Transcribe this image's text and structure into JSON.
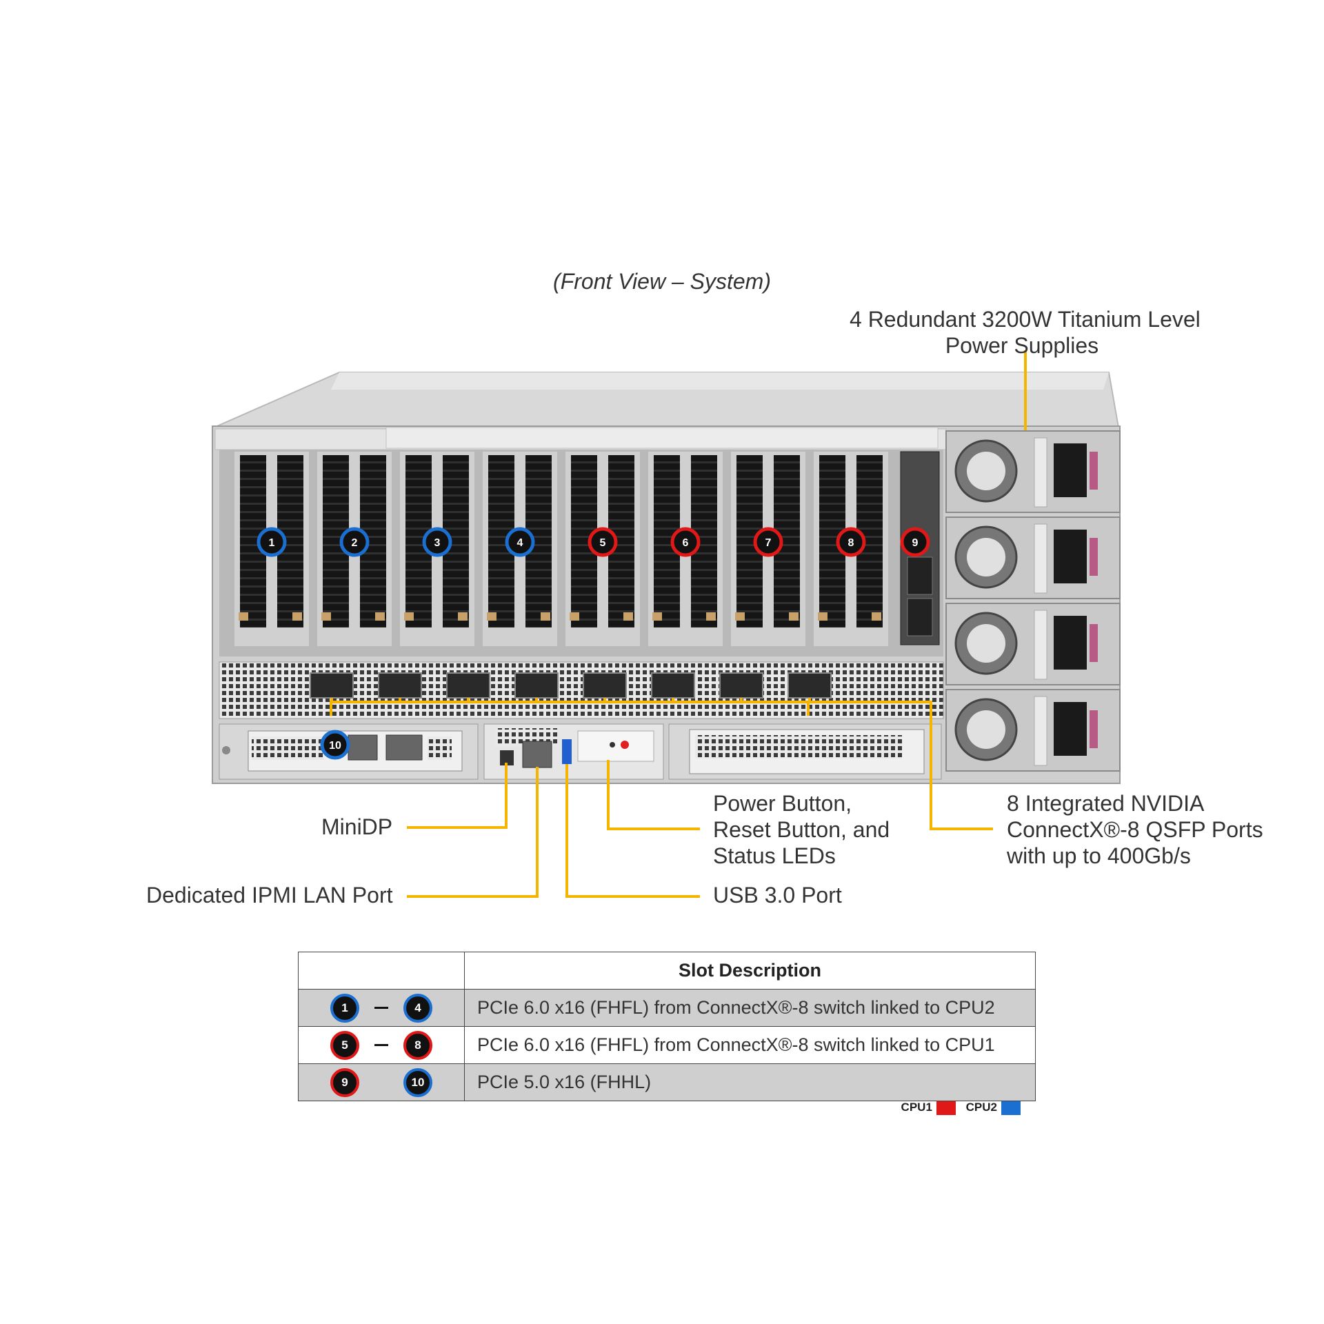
{
  "title": "(Front View – System)",
  "colors": {
    "cpu1": "#e01818",
    "cpu2": "#1a6fd0",
    "callout": "#f5b400"
  },
  "callouts": {
    "psu": [
      "4 Redundant 3200W Titanium Level",
      "Power Supplies"
    ],
    "minidp": "MiniDP",
    "ipmi": "Dedicated IPMI LAN Port",
    "power": [
      "Power Button,",
      "Reset Button, and",
      "Status LEDs"
    ],
    "usb": "USB 3.0 Port",
    "nvidia": [
      "8 Integrated NVIDIA",
      "ConnectX®-8 QSFP Ports",
      "with up to 400Gb/s"
    ]
  },
  "slots": [
    {
      "num": "1",
      "cpu": "cpu2"
    },
    {
      "num": "2",
      "cpu": "cpu2"
    },
    {
      "num": "3",
      "cpu": "cpu2"
    },
    {
      "num": "4",
      "cpu": "cpu2"
    },
    {
      "num": "5",
      "cpu": "cpu1"
    },
    {
      "num": "6",
      "cpu": "cpu1"
    },
    {
      "num": "7",
      "cpu": "cpu1"
    },
    {
      "num": "8",
      "cpu": "cpu1"
    },
    {
      "num": "9",
      "cpu": "cpu1"
    },
    {
      "num": "10",
      "cpu": "cpu2"
    }
  ],
  "table": {
    "header": "Slot Description",
    "rows": [
      {
        "from": "1",
        "to": "4",
        "from_cpu": "cpu2",
        "to_cpu": "cpu2",
        "range": true,
        "desc": "PCIe 6.0 x16 (FHFL) from ConnectX®-8 switch linked to CPU2"
      },
      {
        "from": "5",
        "to": "8",
        "from_cpu": "cpu1",
        "to_cpu": "cpu1",
        "range": true,
        "desc": "PCIe 6.0 x16 (FHFL) from ConnectX®-8 switch linked to CPU1"
      },
      {
        "from": "9",
        "to": "10",
        "from_cpu": "cpu1",
        "to_cpu": "cpu2",
        "range": false,
        "desc": "PCIe 5.0 x16 (FHHL)"
      }
    ]
  },
  "legend": {
    "cpu1": "CPU1",
    "cpu2": "CPU2"
  }
}
